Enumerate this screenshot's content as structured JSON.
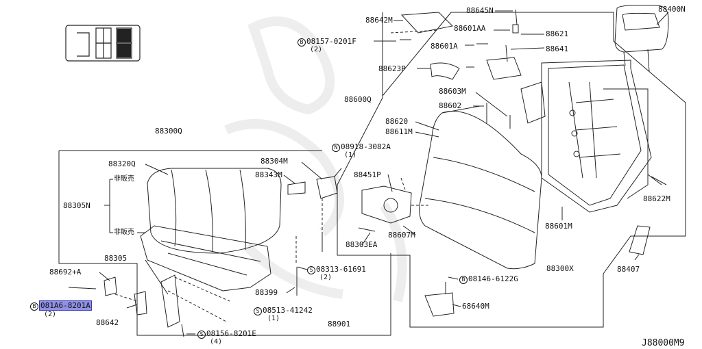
{
  "diagram_code": "J88000M9",
  "labels": {
    "p88642M": "88642M",
    "p08157": "08157-0201F",
    "p08157_qty": "(2)",
    "p88645N": "88645N",
    "p88601AA": "88601AA",
    "p88621": "88621",
    "p88601A": "88601A",
    "p88641": "88641",
    "p88623P": "88623P",
    "p88600Q": "88600Q",
    "p88603M": "88603M",
    "p88602": "88602",
    "p88620": "88620",
    "p88611M": "88611M",
    "p08918": "08918-3082A",
    "p08918_qty": "(1)",
    "p88451P": "88451P",
    "p88400N": "88400N",
    "p88622M": "88622M",
    "p88601M": "88601M",
    "p88300X": "88300X",
    "p88407": "88407",
    "p88300Q": "88300Q",
    "p88320Q": "88320Q",
    "p88304M": "88304M",
    "p88343M": "88343M",
    "p88305N": "88305N",
    "p_notsold1": "非販売",
    "p_notsold2": "非販売",
    "p88303EA": "88303EA",
    "p88607M": "88607M",
    "p08313": "08313-61691",
    "p08313_qty": "(2)",
    "p88305": "88305",
    "p88692A": "88692+A",
    "p081A6": "081A6-8201A",
    "p081A6_qty": "(2)",
    "p88642": "88642",
    "p88399": "88399",
    "p08513": "08513-41242",
    "p08513_qty": "(1)",
    "p88901": "88901",
    "p08146": "08146-6122G",
    "p68640M": "68640M",
    "p08156": "08156-8201E",
    "p08156_qty": "(4)"
  },
  "prefix_marks": {
    "B": "B",
    "N": "N",
    "S": "S"
  },
  "colors": {
    "highlight": "#8f8fe6",
    "line": "#222222",
    "watermark": "#ececec"
  }
}
